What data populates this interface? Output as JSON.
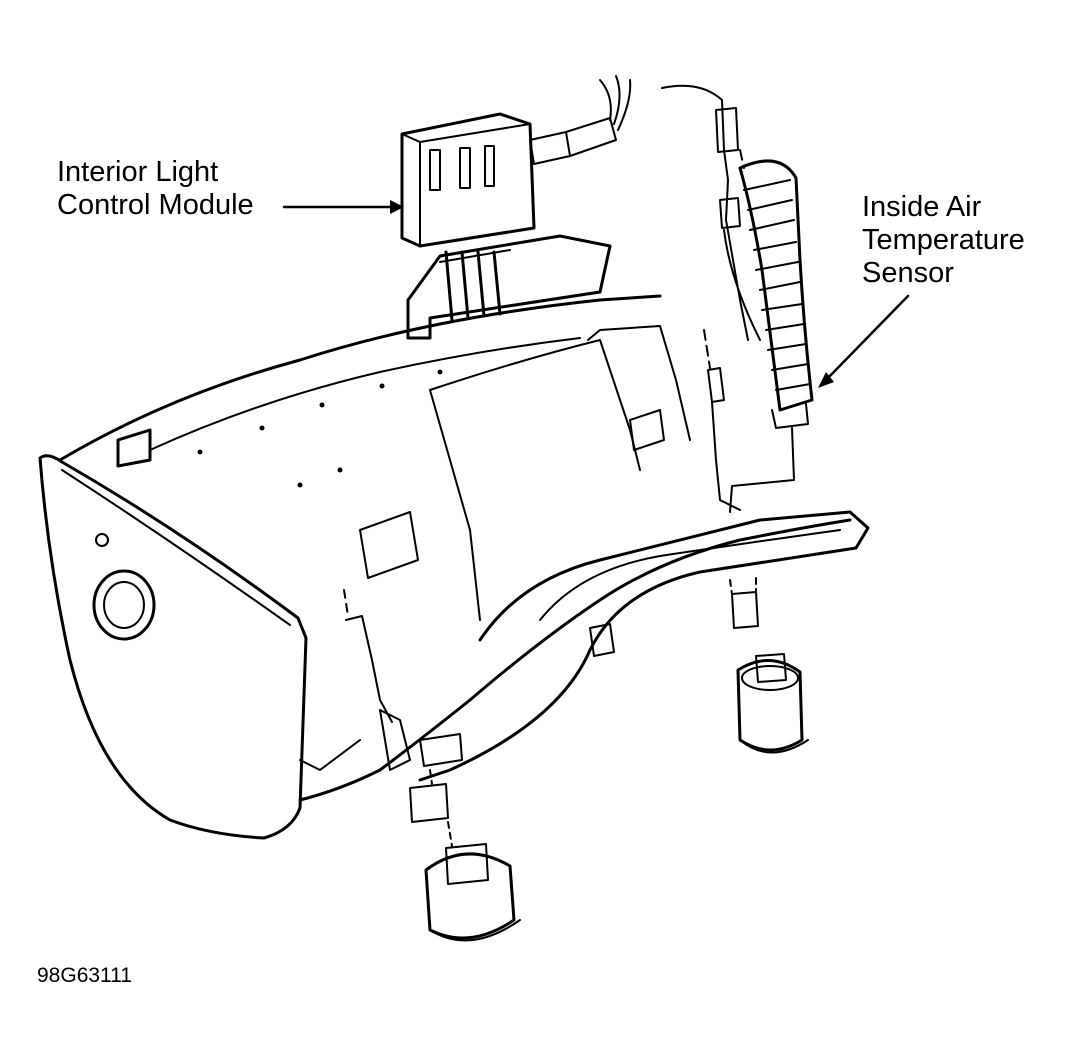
{
  "labels": {
    "interior_light_control_module": [
      "Interior Light",
      "Control Module"
    ],
    "inside_air_temperature_sensor": [
      "Inside Air",
      "Temperature",
      "Sensor"
    ]
  },
  "figure_id": "98G63111",
  "colors": {
    "ink": "#000000",
    "paper": "#ffffff"
  }
}
